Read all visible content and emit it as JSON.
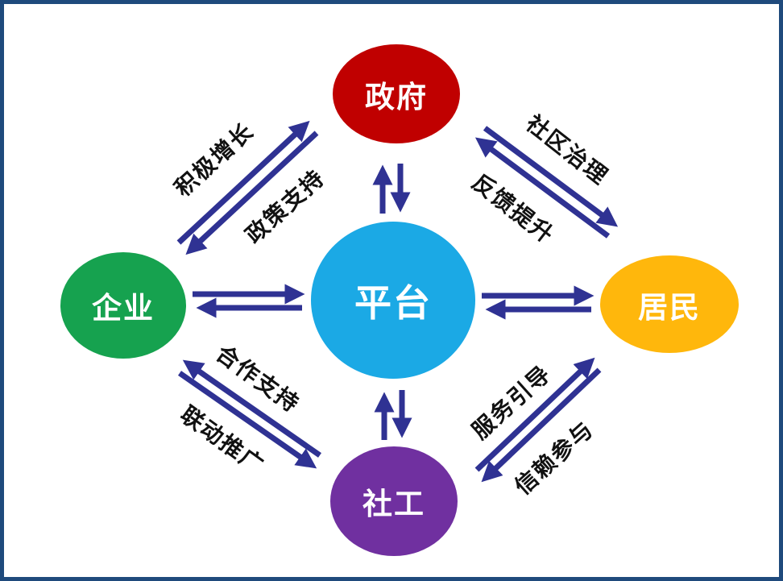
{
  "frame": {
    "border_color": "#1F4A7C",
    "background_color": "#FFFFFF"
  },
  "nodes": {
    "government": {
      "label": "政府",
      "color": "#C00000"
    },
    "platform": {
      "label": "平台",
      "color": "#1BA9E5"
    },
    "enterprise": {
      "label": "企业",
      "color": "#16A24F"
    },
    "residents": {
      "label": "居民",
      "color": "#FFB70C"
    },
    "social_worker": {
      "label": "社工",
      "color": "#7030A0"
    }
  },
  "edges": {
    "arrow_color": "#2F3293",
    "enterprise_government": {
      "to_government_label": "积极增长",
      "to_enterprise_label": "政策支持"
    },
    "government_residents": {
      "to_residents_label": "社区治理",
      "to_government_label": "反馈提升"
    },
    "enterprise_social_worker": {
      "to_enterprise_label": "合作支持",
      "to_social_worker_label": "联动推广"
    },
    "social_worker_residents": {
      "to_residents_label": "服务引导",
      "to_social_worker_label": "信赖参与"
    }
  }
}
